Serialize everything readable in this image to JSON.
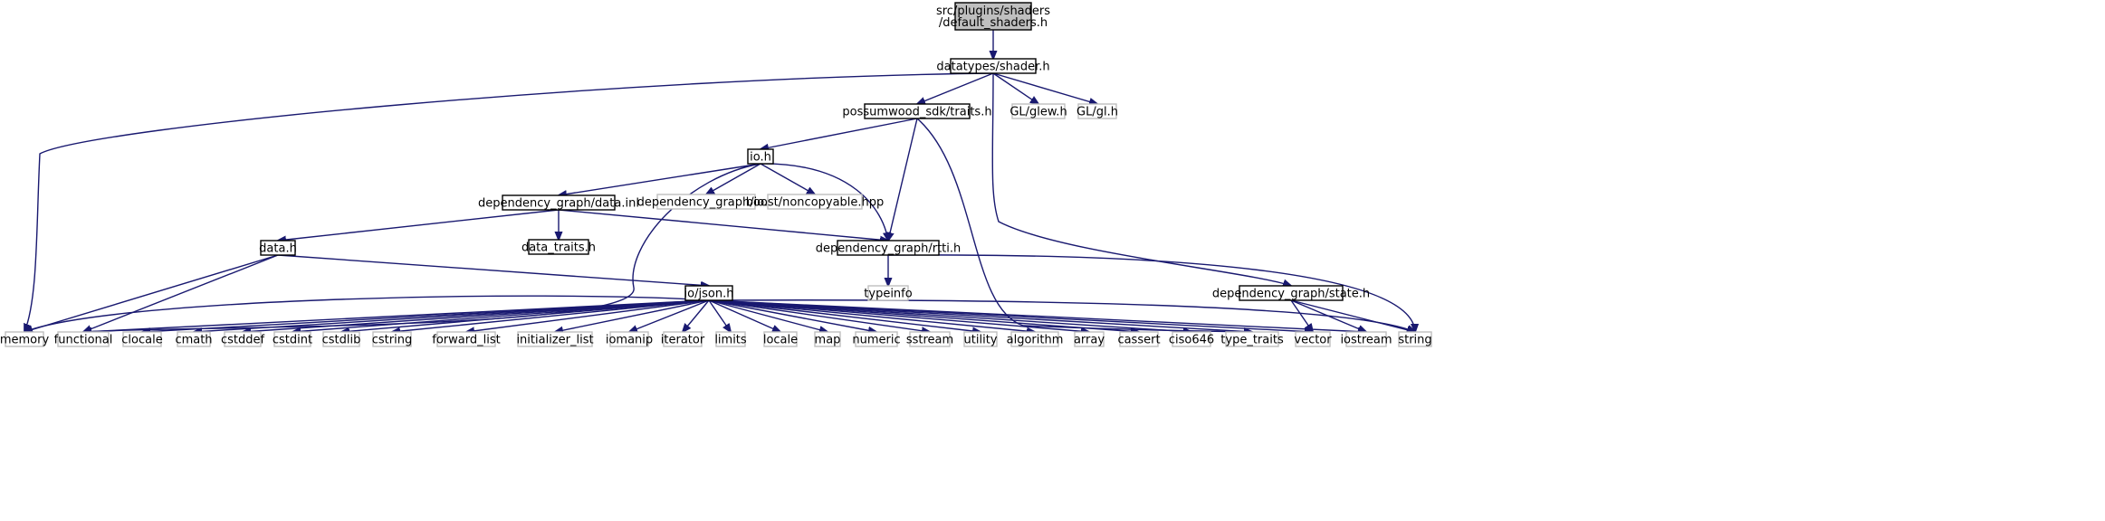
{
  "diagram": {
    "colors": {
      "edge": "#191970",
      "root_fill": "#bfbfbf",
      "node_stroke": "#000000",
      "external_stroke": "#bfbfbf",
      "external_text": "#7f7f7f"
    },
    "nodes": [
      {
        "id": "root",
        "lines": [
          "src/plugins/shaders",
          "/default_shaders.h"
        ],
        "kind": "root"
      },
      {
        "id": "shader",
        "lines": [
          "datatypes/shader.h"
        ],
        "kind": "header"
      },
      {
        "id": "traits",
        "lines": [
          "possumwood_sdk/traits.h"
        ],
        "kind": "header"
      },
      {
        "id": "glew",
        "lines": [
          "GL/glew.h"
        ],
        "kind": "external"
      },
      {
        "id": "gl",
        "lines": [
          "GL/gl.h"
        ],
        "kind": "external"
      },
      {
        "id": "io",
        "lines": [
          "io.h"
        ],
        "kind": "header"
      },
      {
        "id": "dgio",
        "lines": [
          "dependency_graph/io.h"
        ],
        "kind": "external"
      },
      {
        "id": "noncopy",
        "lines": [
          "boost/noncopyable.hpp"
        ],
        "kind": "external"
      },
      {
        "id": "datainl",
        "lines": [
          "dependency_graph/data.inl"
        ],
        "kind": "header"
      },
      {
        "id": "datatraits",
        "lines": [
          "data_traits.h"
        ],
        "kind": "header"
      },
      {
        "id": "datah",
        "lines": [
          "data.h"
        ],
        "kind": "header"
      },
      {
        "id": "rtti",
        "lines": [
          "dependency_graph/rtti.h"
        ],
        "kind": "header"
      },
      {
        "id": "typeinfo",
        "lines": [
          "typeinfo"
        ],
        "kind": "external"
      },
      {
        "id": "state",
        "lines": [
          "dependency_graph/state.h"
        ],
        "kind": "header"
      },
      {
        "id": "json",
        "lines": [
          "io/json.h"
        ],
        "kind": "header"
      },
      {
        "id": "memory",
        "lines": [
          "memory"
        ],
        "kind": "external"
      },
      {
        "id": "functional",
        "lines": [
          "functional"
        ],
        "kind": "external"
      },
      {
        "id": "clocale",
        "lines": [
          "clocale"
        ],
        "kind": "external"
      },
      {
        "id": "cmath",
        "lines": [
          "cmath"
        ],
        "kind": "external"
      },
      {
        "id": "cstddef",
        "lines": [
          "cstddef"
        ],
        "kind": "external"
      },
      {
        "id": "cstdint",
        "lines": [
          "cstdint"
        ],
        "kind": "external"
      },
      {
        "id": "cstdlib",
        "lines": [
          "cstdlib"
        ],
        "kind": "external"
      },
      {
        "id": "cstring",
        "lines": [
          "cstring"
        ],
        "kind": "external"
      },
      {
        "id": "forward_list",
        "lines": [
          "forward_list"
        ],
        "kind": "external"
      },
      {
        "id": "initializer_list",
        "lines": [
          "initializer_list"
        ],
        "kind": "external"
      },
      {
        "id": "iomanip",
        "lines": [
          "iomanip"
        ],
        "kind": "external"
      },
      {
        "id": "iterator",
        "lines": [
          "iterator"
        ],
        "kind": "external"
      },
      {
        "id": "limits",
        "lines": [
          "limits"
        ],
        "kind": "external"
      },
      {
        "id": "locale",
        "lines": [
          "locale"
        ],
        "kind": "external"
      },
      {
        "id": "map",
        "lines": [
          "map"
        ],
        "kind": "external"
      },
      {
        "id": "numeric",
        "lines": [
          "numeric"
        ],
        "kind": "external"
      },
      {
        "id": "sstream",
        "lines": [
          "sstream"
        ],
        "kind": "external"
      },
      {
        "id": "utility",
        "lines": [
          "utility"
        ],
        "kind": "external"
      },
      {
        "id": "algorithm",
        "lines": [
          "algorithm"
        ],
        "kind": "external"
      },
      {
        "id": "array",
        "lines": [
          "array"
        ],
        "kind": "external"
      },
      {
        "id": "cassert",
        "lines": [
          "cassert"
        ],
        "kind": "external"
      },
      {
        "id": "ciso646",
        "lines": [
          "ciso646"
        ],
        "kind": "external"
      },
      {
        "id": "type_traits",
        "lines": [
          "type_traits"
        ],
        "kind": "external"
      },
      {
        "id": "vector",
        "lines": [
          "vector"
        ],
        "kind": "external"
      },
      {
        "id": "iostream",
        "lines": [
          "iostream"
        ],
        "kind": "external"
      },
      {
        "id": "string",
        "lines": [
          "string"
        ],
        "kind": "external"
      }
    ],
    "edges": [
      [
        "root",
        "shader"
      ],
      [
        "shader",
        "memory"
      ],
      [
        "shader",
        "traits"
      ],
      [
        "shader",
        "glew"
      ],
      [
        "shader",
        "gl"
      ],
      [
        "shader",
        "state"
      ],
      [
        "traits",
        "io"
      ],
      [
        "traits",
        "rtti"
      ],
      [
        "traits",
        "type_traits"
      ],
      [
        "io",
        "datainl"
      ],
      [
        "io",
        "functional"
      ],
      [
        "io",
        "dgio"
      ],
      [
        "io",
        "noncopy"
      ],
      [
        "io",
        "rtti"
      ],
      [
        "datainl",
        "datah"
      ],
      [
        "datainl",
        "datatraits"
      ],
      [
        "datainl",
        "rtti"
      ],
      [
        "datah",
        "memory"
      ],
      [
        "datah",
        "functional"
      ],
      [
        "datah",
        "json"
      ],
      [
        "rtti",
        "typeinfo"
      ],
      [
        "rtti",
        "string"
      ],
      [
        "state",
        "vector"
      ],
      [
        "state",
        "iostream"
      ],
      [
        "state",
        "string"
      ],
      [
        "json",
        "memory"
      ],
      [
        "json",
        "functional"
      ],
      [
        "json",
        "clocale"
      ],
      [
        "json",
        "cmath"
      ],
      [
        "json",
        "cstddef"
      ],
      [
        "json",
        "cstdint"
      ],
      [
        "json",
        "cstdlib"
      ],
      [
        "json",
        "cstring"
      ],
      [
        "json",
        "forward_list"
      ],
      [
        "json",
        "initializer_list"
      ],
      [
        "json",
        "iomanip"
      ],
      [
        "json",
        "iterator"
      ],
      [
        "json",
        "limits"
      ],
      [
        "json",
        "locale"
      ],
      [
        "json",
        "map"
      ],
      [
        "json",
        "numeric"
      ],
      [
        "json",
        "sstream"
      ],
      [
        "json",
        "utility"
      ],
      [
        "json",
        "algorithm"
      ],
      [
        "json",
        "array"
      ],
      [
        "json",
        "cassert"
      ],
      [
        "json",
        "ciso646"
      ],
      [
        "json",
        "type_traits"
      ],
      [
        "json",
        "vector"
      ],
      [
        "json",
        "iostream"
      ],
      [
        "json",
        "string"
      ]
    ]
  }
}
